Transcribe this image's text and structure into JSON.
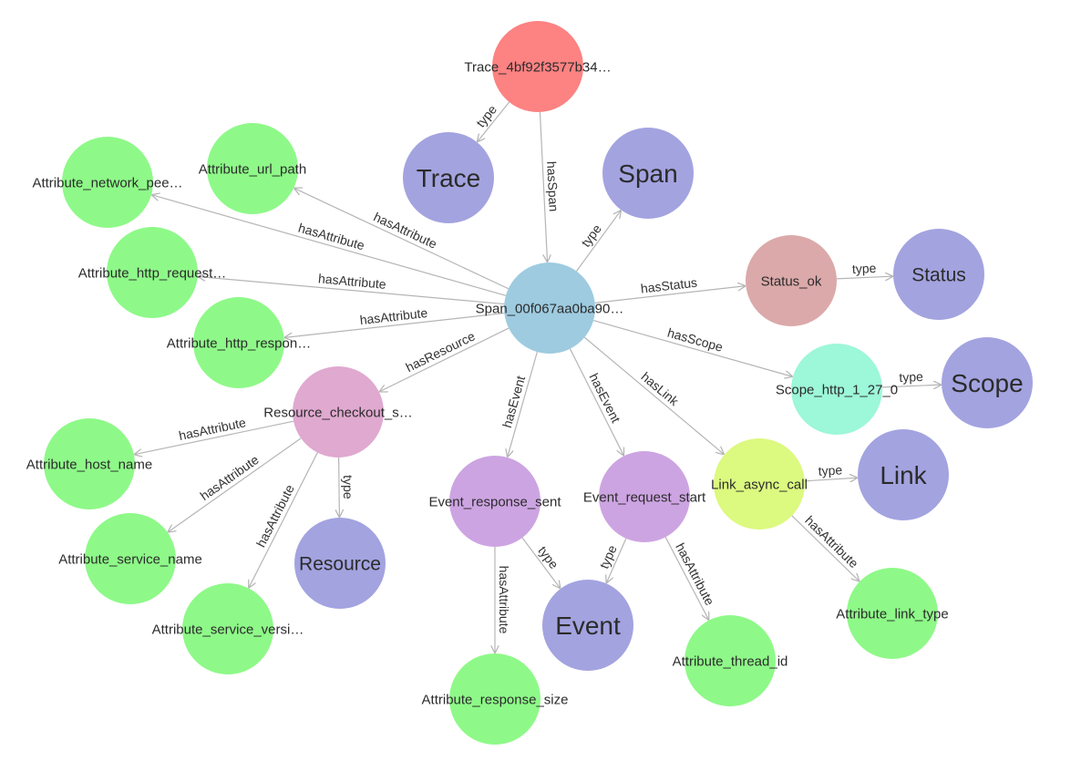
{
  "colors": {
    "trace_instance": "#fd8282",
    "span_instance": "#9ecbe0",
    "class": "#a3a3e0",
    "attribute": "#8ef988",
    "status_instance": "#dba9aa",
    "scope_instance": "#9df7d9",
    "resource_instance": "#e0a9d0",
    "event_instance": "#cda4e2",
    "link_instance": "#dcf980",
    "edge": "#b5b5b5"
  },
  "nodes": [
    {
      "id": "trace_inst",
      "label": "Trace_4bf92f3577b34…",
      "kind": "trace_instance"
    },
    {
      "id": "trace_cls",
      "label": "Trace",
      "kind": "class"
    },
    {
      "id": "span_cls",
      "label": "Span",
      "kind": "class"
    },
    {
      "id": "span_inst",
      "label": "Span_00f067aa0ba90…",
      "kind": "span_instance"
    },
    {
      "id": "attr_network_peer",
      "label": "Attribute_network_pee…",
      "kind": "attribute"
    },
    {
      "id": "attr_url_path",
      "label": "Attribute_url_path",
      "kind": "attribute"
    },
    {
      "id": "attr_http_request",
      "label": "Attribute_http_request…",
      "kind": "attribute"
    },
    {
      "id": "attr_http_response",
      "label": "Attribute_http_respon…",
      "kind": "attribute"
    },
    {
      "id": "status_inst",
      "label": "Status_ok",
      "kind": "status_instance"
    },
    {
      "id": "status_cls",
      "label": "Status",
      "kind": "class"
    },
    {
      "id": "scope_inst",
      "label": "Scope_http_1_27_0",
      "kind": "scope_instance"
    },
    {
      "id": "scope_cls",
      "label": "Scope",
      "kind": "class"
    },
    {
      "id": "resource_inst",
      "label": "Resource_checkout_s…",
      "kind": "resource_instance"
    },
    {
      "id": "resource_cls",
      "label": "Resource",
      "kind": "class"
    },
    {
      "id": "attr_host_name",
      "label": "Attribute_host_name",
      "kind": "attribute"
    },
    {
      "id": "attr_service_name",
      "label": "Attribute_service_name",
      "kind": "attribute"
    },
    {
      "id": "attr_service_version",
      "label": "Attribute_service_versi…",
      "kind": "attribute"
    },
    {
      "id": "event_resp",
      "label": "Event_response_sent",
      "kind": "event_instance"
    },
    {
      "id": "event_req",
      "label": "Event_request_start",
      "kind": "event_instance"
    },
    {
      "id": "event_cls",
      "label": "Event",
      "kind": "class"
    },
    {
      "id": "attr_response_size",
      "label": "Attribute_response_size",
      "kind": "attribute"
    },
    {
      "id": "attr_thread_id",
      "label": "Attribute_thread_id",
      "kind": "attribute"
    },
    {
      "id": "link_inst",
      "label": "Link_async_call",
      "kind": "link_instance"
    },
    {
      "id": "link_cls",
      "label": "Link",
      "kind": "class"
    },
    {
      "id": "attr_link_type",
      "label": "Attribute_link_type",
      "kind": "attribute"
    }
  ],
  "edges": [
    {
      "from": "trace_inst",
      "to": "trace_cls",
      "label": "type"
    },
    {
      "from": "trace_inst",
      "to": "span_inst",
      "label": "hasSpan"
    },
    {
      "from": "span_inst",
      "to": "span_cls",
      "label": "type"
    },
    {
      "from": "span_inst",
      "to": "attr_url_path",
      "label": "hasAttribute"
    },
    {
      "from": "span_inst",
      "to": "attr_network_peer",
      "label": "hasAttribute"
    },
    {
      "from": "span_inst",
      "to": "attr_http_request",
      "label": "hasAttribute"
    },
    {
      "from": "span_inst",
      "to": "attr_http_response",
      "label": "hasAttribute"
    },
    {
      "from": "span_inst",
      "to": "status_inst",
      "label": "hasStatus"
    },
    {
      "from": "status_inst",
      "to": "status_cls",
      "label": "type"
    },
    {
      "from": "span_inst",
      "to": "scope_inst",
      "label": "hasScope"
    },
    {
      "from": "scope_inst",
      "to": "scope_cls",
      "label": "type"
    },
    {
      "from": "span_inst",
      "to": "resource_inst",
      "label": "hasResource"
    },
    {
      "from": "resource_inst",
      "to": "attr_host_name",
      "label": "hasAttribute"
    },
    {
      "from": "resource_inst",
      "to": "attr_service_name",
      "label": "hasAttribute"
    },
    {
      "from": "resource_inst",
      "to": "attr_service_version",
      "label": "hasAttribute"
    },
    {
      "from": "resource_inst",
      "to": "resource_cls",
      "label": "type"
    },
    {
      "from": "span_inst",
      "to": "event_resp",
      "label": "hasEvent"
    },
    {
      "from": "span_inst",
      "to": "event_req",
      "label": "hasEvent"
    },
    {
      "from": "span_inst",
      "to": "link_inst",
      "label": "hasLink"
    },
    {
      "from": "event_resp",
      "to": "event_cls",
      "label": "type"
    },
    {
      "from": "event_req",
      "to": "event_cls",
      "label": "type"
    },
    {
      "from": "event_resp",
      "to": "attr_response_size",
      "label": "hasAttribute"
    },
    {
      "from": "event_req",
      "to": "attr_thread_id",
      "label": "hasAttribute"
    },
    {
      "from": "link_inst",
      "to": "link_cls",
      "label": "type"
    },
    {
      "from": "link_inst",
      "to": "attr_link_type",
      "label": "hasAttribute"
    }
  ]
}
